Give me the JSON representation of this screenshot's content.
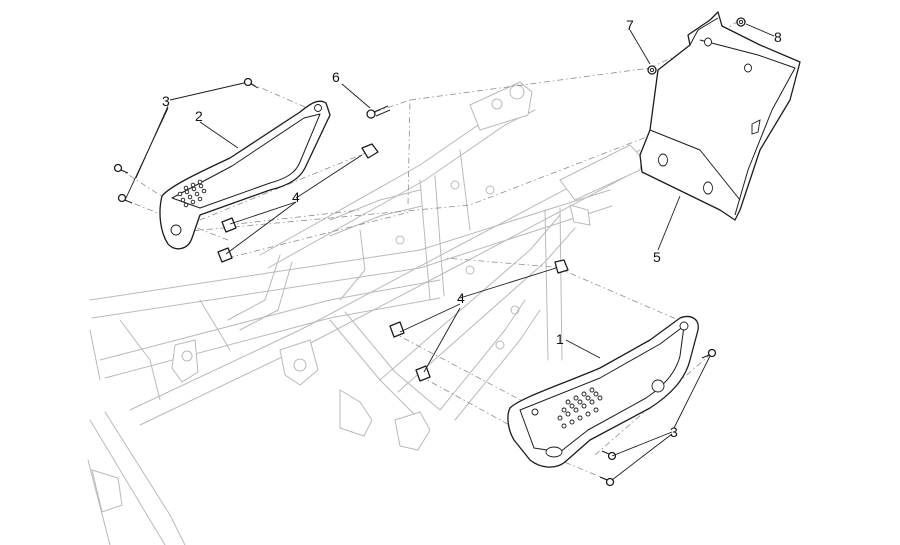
{
  "callouts": {
    "c1": "1",
    "c2": "2",
    "c3a": "3",
    "c3b": "3",
    "c4a": "4",
    "c4b": "4",
    "c5": "5",
    "c6": "6",
    "c7": "7",
    "c8": "8"
  }
}
